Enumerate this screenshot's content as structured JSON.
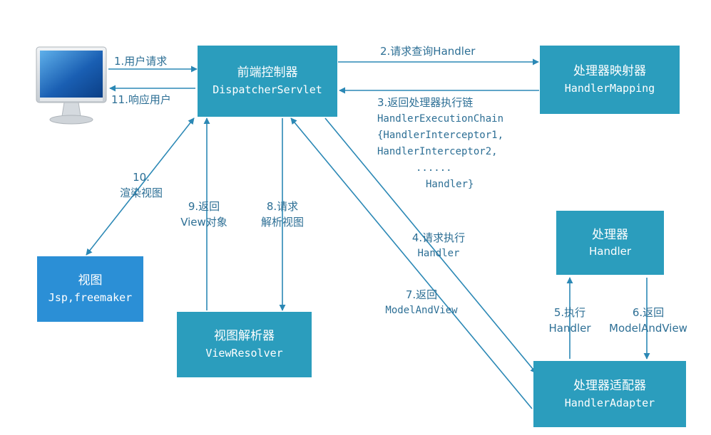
{
  "nodes": {
    "dispatcher": {
      "title": "前端控制器",
      "subtitle": "DispatcherServlet"
    },
    "mapping": {
      "title": "处理器映射器",
      "subtitle": "HandlerMapping"
    },
    "handler": {
      "title": "处理器",
      "subtitle": "Handler"
    },
    "adapter": {
      "title": "处理器适配器",
      "subtitle": "HandlerAdapter"
    },
    "view": {
      "title": "视图",
      "subtitle": "Jsp,freemaker"
    },
    "resolver": {
      "title": "视图解析器",
      "subtitle": "ViewResolver"
    }
  },
  "edges": {
    "e1": "1.用户请求",
    "e11": "11.响应用户",
    "e2": "2.请求查询Handler",
    "e3": {
      "line1": "3.返回处理器执行链",
      "line2": "HandlerExecutionChain",
      "line3": "{HandlerInterceptor1,",
      "line4": "HandlerInterceptor2,",
      "line5": "......",
      "line6": "Handler}"
    },
    "e4": {
      "line1": "4.请求执行",
      "line2": "Handler"
    },
    "e5": {
      "line1": "5.执行",
      "line2": "Handler"
    },
    "e6": {
      "line1": "6.返回",
      "line2": "ModelAndView"
    },
    "e7": {
      "line1": "7.返回",
      "line2": "ModelAndView"
    },
    "e8": {
      "line1": "8.请求",
      "line2": "解析视图"
    },
    "e9": {
      "line1": "9.返回",
      "line2": "View对象"
    },
    "e10": {
      "line1": "10.",
      "line2": "渲染视图"
    }
  },
  "colors": {
    "box": "#2b9dbd",
    "view_box": "#2b8fd6",
    "arrow": "#2b88b5",
    "label": "#2d6f95"
  },
  "icons": {
    "computer": "monitor-icon"
  }
}
